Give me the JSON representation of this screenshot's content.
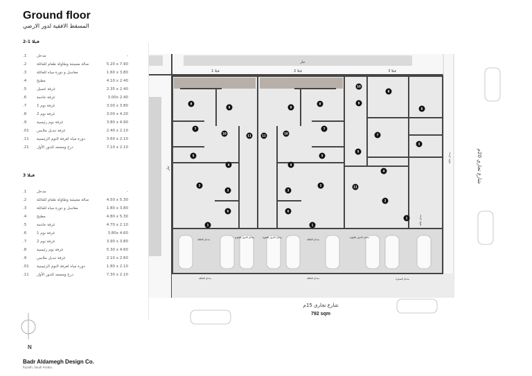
{
  "header": {
    "title": "Ground floor",
    "subtitle": "المسقط الافقية لدور الارضي"
  },
  "schedule": [
    {
      "heading": "فيلا 1-2",
      "rows": [
        {
          "num": ".1",
          "name": "مدخل",
          "dim": "-"
        },
        {
          "num": ".2",
          "name": "صالة معيشة وطاولة طعام للعائلة",
          "dim": "5.20 x 7.90"
        },
        {
          "num": ".3",
          "name": "مغاسل و دورة مياه للعائلة",
          "dim": "1.60 x 3.80"
        },
        {
          "num": ".4",
          "name": "مطبخ",
          "dim": "4.10 x 2.40"
        },
        {
          "num": ".5",
          "name": "غرفة غسيل",
          "dim": "2.35 x 2.40"
        },
        {
          "num": ".6",
          "name": "غرفة خادمة",
          "dim": "3.00x 2.40"
        },
        {
          "num": ".7",
          "name": "غرفة نوم 1",
          "dim": "3.00 x 3.80"
        },
        {
          "num": ".8",
          "name": "غرفة نوم 2",
          "dim": "3.00 x 4.20"
        },
        {
          "num": ".9",
          "name": "غرفة نوم رئيسية",
          "dim": "3.80 x 4.90"
        },
        {
          "num": ".01",
          "name": "غرفة تبديل ملابس",
          "dim": "2.40 x 2.10"
        },
        {
          "num": ".11",
          "name": "دورة مياه لغرفة النوم الرئيسية",
          "dim": "3.60 x 2.10"
        },
        {
          "num": ".21",
          "name": "درج ومصعد للدور الأول",
          "dim": "7.10 x 2.10"
        }
      ]
    },
    {
      "heading": "فيلا 3",
      "rows": [
        {
          "num": ".1",
          "name": "مدخل",
          "dim": "-"
        },
        {
          "num": ".2",
          "name": "صالة معيشة وطاولة طعام للعائلة",
          "dim": "4.50 x 5.30"
        },
        {
          "num": ".3",
          "name": "مغاسل و دورة مياه للعائلة",
          "dim": "1.80 x 3.80"
        },
        {
          "num": ".4",
          "name": "مطبخ",
          "dim": "4.80 x 5.30"
        },
        {
          "num": ".5",
          "name": "غرفة خادمة",
          "dim": "4.70 x 2.10"
        },
        {
          "num": ".6",
          "name": "غرفة نوم 1",
          "dim": "3.80x 4.60"
        },
        {
          "num": ".7",
          "name": "غرفة نوم 2",
          "dim": "3.90 x 3.80"
        },
        {
          "num": ".8",
          "name": "غرفة نوم رئيسية",
          "dim": "5.30 x 4.60"
        },
        {
          "num": ".9",
          "name": "غرفة تبديل ملابس",
          "dim": "2.10 x 2.60"
        },
        {
          "num": ".01",
          "name": "دورة مياه لغرفة النوم الرئيسية",
          "dim": "1.80 x 2.10"
        },
        {
          "num": ".11",
          "name": "درج ومصعد للدور الأول",
          "dim": "7.30 x 2.10"
        }
      ]
    }
  ],
  "plan": {
    "neighbor_top": "جار",
    "neighbor_left": "جار",
    "villa_labels": [
      "فيلا 1",
      "فيلا 2",
      "فيلا 3"
    ],
    "street_right": "شارع تجاري 20م",
    "street_bottom": "شارع تجاري 15م",
    "area": "792 sqm",
    "entrances": {
      "family": "مدخل العائلة",
      "upper": "مدخل الادوار العلوية",
      "car": "مدخل السيارة",
      "family_side": "مدخل عائلة"
    },
    "markers": [
      "8",
      "9",
      "7",
      "10",
      "11",
      "5",
      "4",
      "9",
      "8",
      "7",
      "10",
      "11",
      "5",
      "4",
      "2",
      "3",
      "6",
      "1",
      "2",
      "3",
      "6",
      "1",
      "10",
      "9",
      "8",
      "6",
      "7",
      "3",
      "5",
      "4",
      "2",
      "1",
      "11"
    ]
  },
  "north": "N",
  "footer": {
    "company": "Badr Aldamegh Design Co.",
    "location": "Riyadh, Saudi Arabia."
  }
}
